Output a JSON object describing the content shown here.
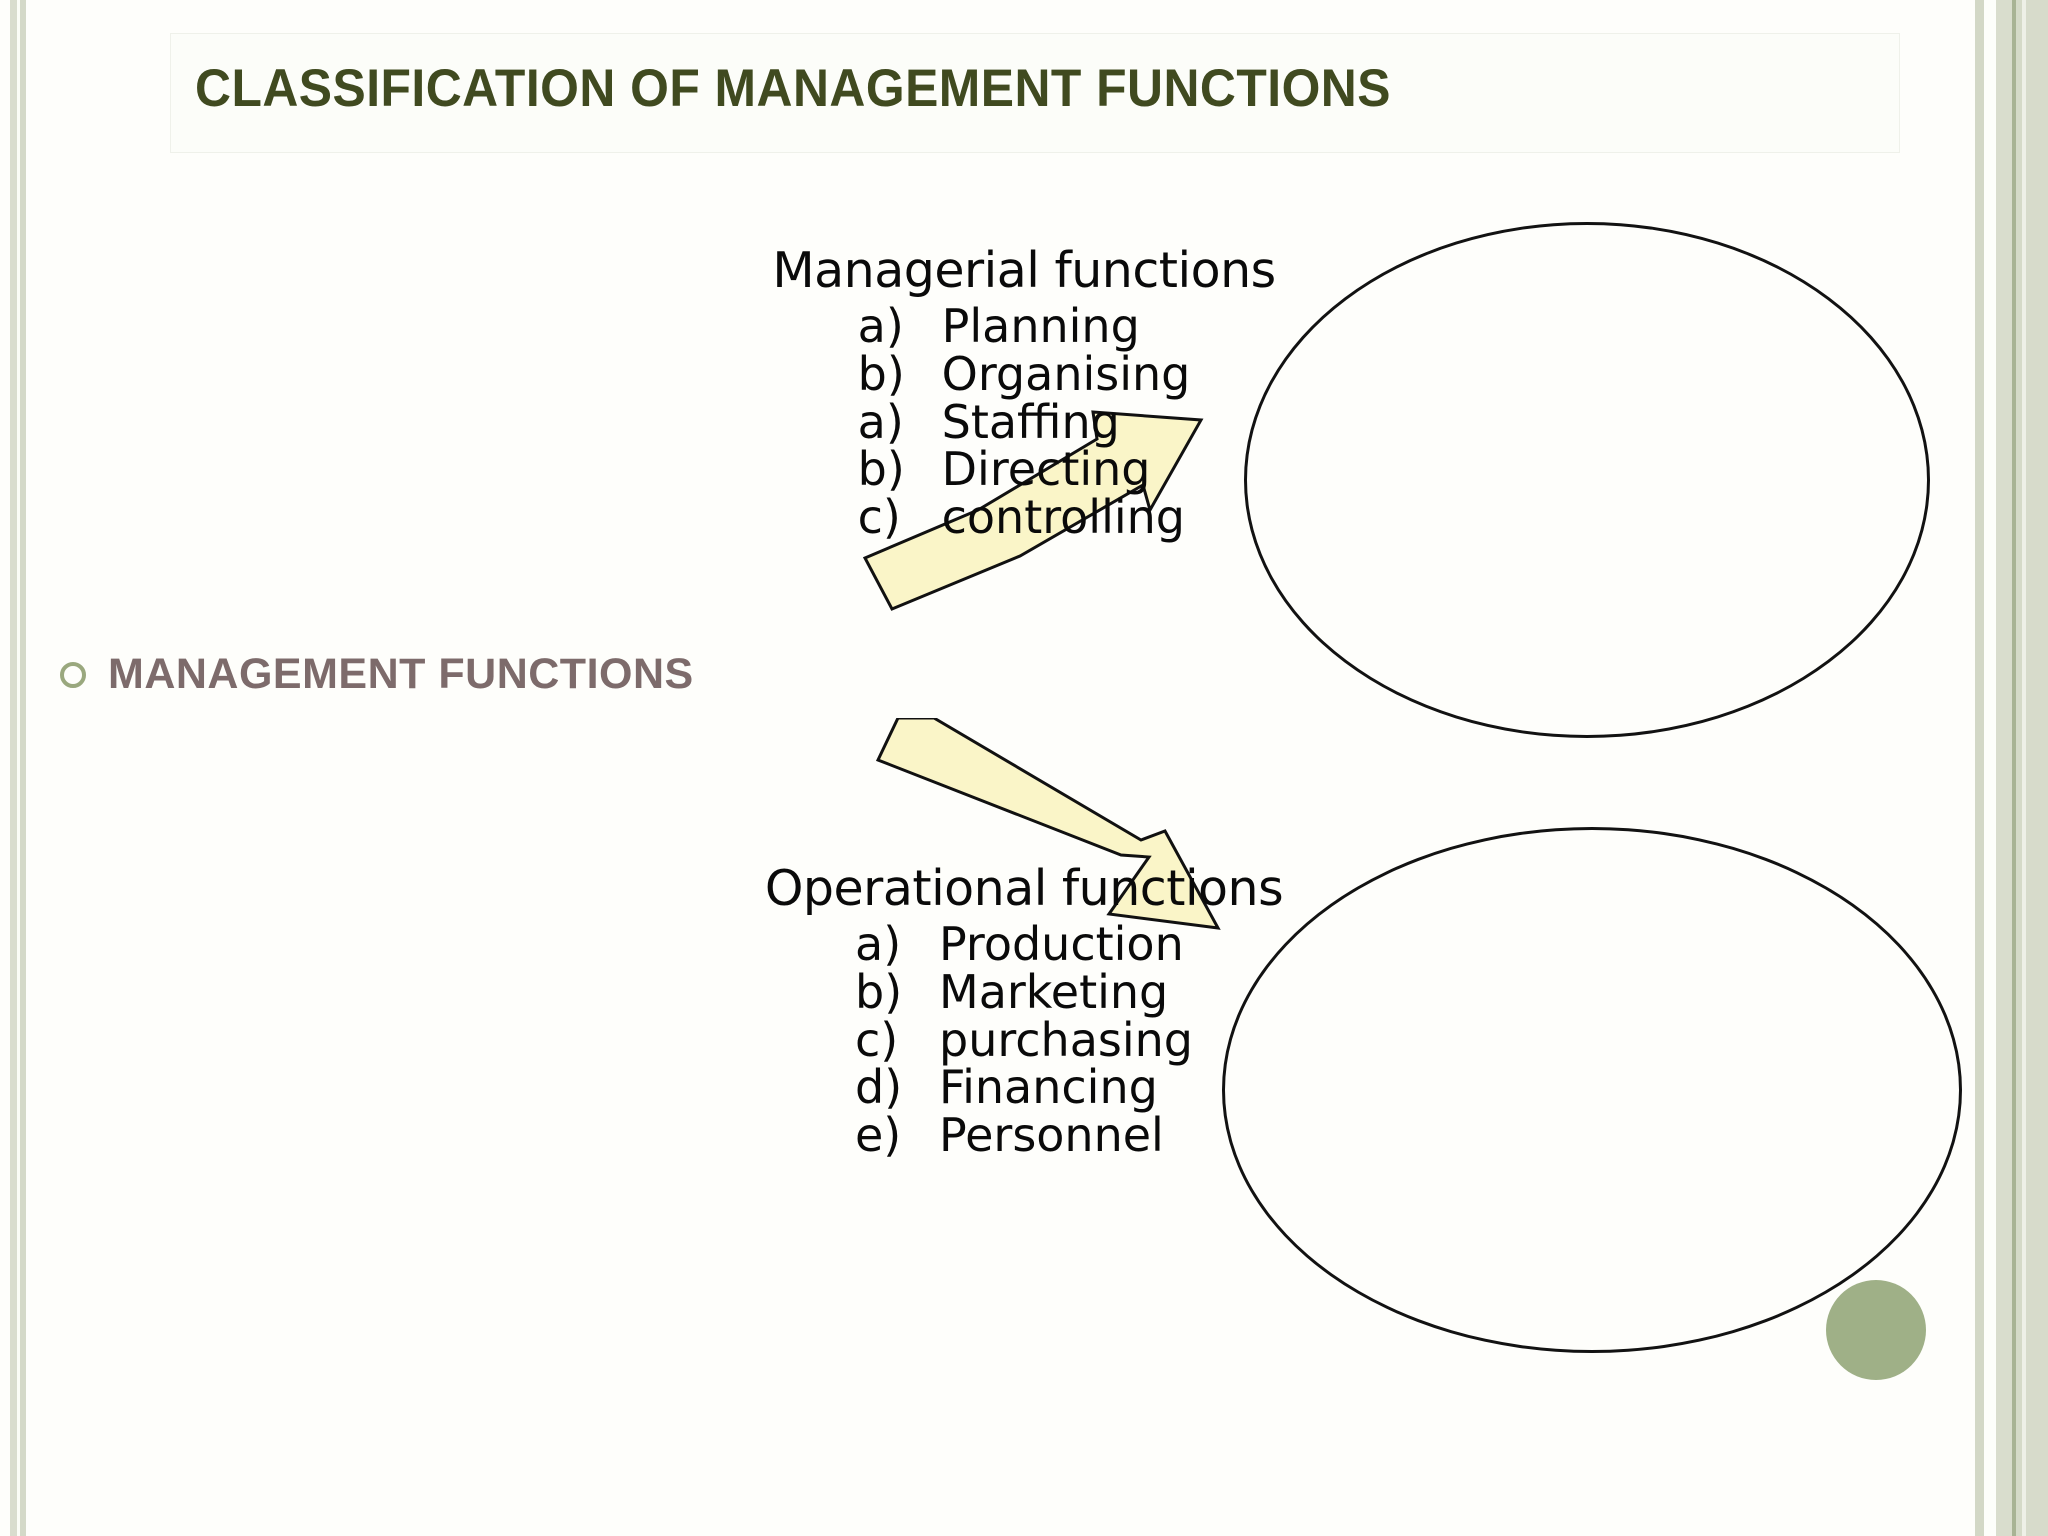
{
  "slide": {
    "title": "CLASSIFICATION OF MANAGEMENT FUNCTIONS",
    "background_color": "#fefefb",
    "title_color": "#404a20",
    "bullet_color": "#9aa87e",
    "bullet_label_color": "#7d6b6b",
    "arrow_fill": "#faf5c8",
    "arrow_stroke": "#111111",
    "ellipse_stroke": "#121212",
    "accent_circle_color": "#9fb087",
    "edge_stripe_color": "#d7dbcb"
  },
  "body": {
    "bullet_icon": "hollow-circle-bullet",
    "bullet_label": "MANAGEMENT FUNCTIONS"
  },
  "arrows": [
    {
      "name": "arrow-to-managerial",
      "direction": "up-right"
    },
    {
      "name": "arrow-to-operational",
      "direction": "down-right"
    }
  ],
  "groups": [
    {
      "id": "managerial",
      "heading": "Managerial functions",
      "items": [
        {
          "marker": "a)",
          "text": "Planning"
        },
        {
          "marker": "b)",
          "text": "Organising"
        },
        {
          "marker": "a)",
          "text": "Staffing"
        },
        {
          "marker": "b)",
          "text": "Directing"
        },
        {
          "marker": "c)",
          "text": "controlling"
        }
      ]
    },
    {
      "id": "operational",
      "heading": "Operational functions",
      "items": [
        {
          "marker": "a)",
          "text": "Production"
        },
        {
          "marker": "b)",
          "text": "Marketing"
        },
        {
          "marker": "c)",
          "text": "purchasing"
        },
        {
          "marker": "d)",
          "text": "Financing"
        },
        {
          "marker": "e)",
          "text": "Personnel"
        }
      ]
    }
  ]
}
